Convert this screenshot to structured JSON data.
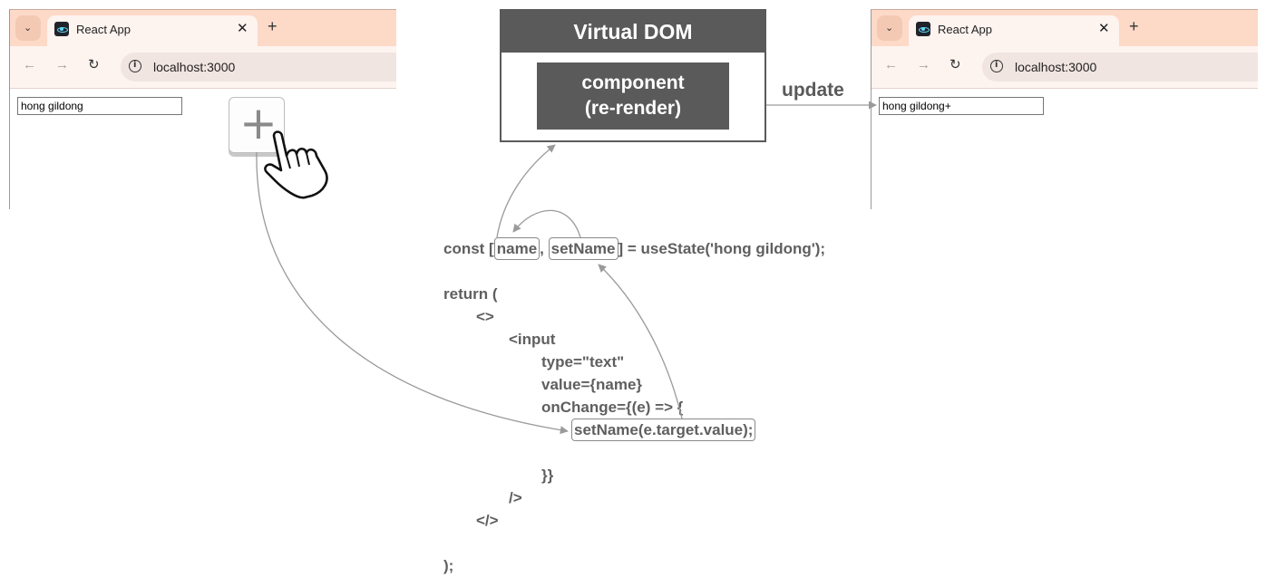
{
  "browser_before": {
    "tab_title": "React App",
    "url": "localhost:3000",
    "input_value": "hong gildong"
  },
  "browser_after": {
    "tab_title": "React App",
    "url": "localhost:3000",
    "input_value": "hong gildong+"
  },
  "icons": {
    "key": "plus-key-icon",
    "hand": "pointing-hand-icon",
    "favicon": "react-logo-icon"
  },
  "key_label": "+",
  "vdom": {
    "title": "Virtual DOM",
    "component_line1": "component",
    "component_line2": "(re-render)"
  },
  "update_label": "update",
  "code": {
    "line1_prefix": "const [",
    "line1_name": "name",
    "line1_comma": ",",
    "line1_setname": "setName",
    "line1_suffix": "] = useState('hong gildong');",
    "return_open": "return (",
    "fragment_open": "<>",
    "input_open": "<input",
    "type_attr": "type=\"text\"",
    "value_attr": "value={name}",
    "onchange_attr": "onChange={(e) => {",
    "setname_call": "setName(e.target.value);",
    "close_braces": "}}",
    "self_close": "/>",
    "fragment_close": "</>",
    "return_close": ");"
  },
  "colors": {
    "box_dark": "#5a5a5a",
    "arrow": "#9a9a9a",
    "tab_strip": "#fdd9c8",
    "toolbar": "#fdf3ef"
  }
}
